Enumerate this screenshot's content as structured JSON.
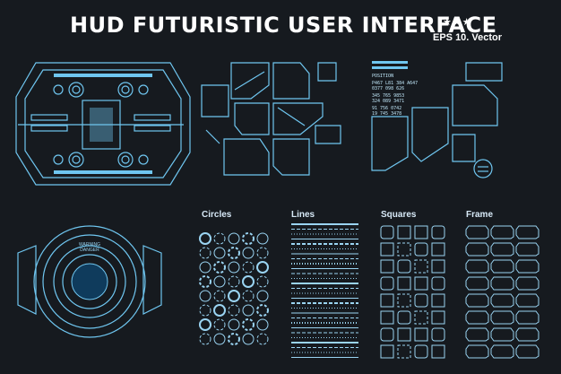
{
  "header": {
    "title": "HUD FUTURISTIC USER INTERFACE",
    "stars": "★★★",
    "subtitle": "EPS 10. Vector"
  },
  "sections": {
    "circles": "Circles",
    "lines": "Lines",
    "squares": "Squares",
    "frame": "Frame"
  },
  "hud_panel": {
    "position_label": "POSITION",
    "coords": [
      "P467 L81 384 A647",
      "0377 098 626",
      "345 765 9853",
      "324 089 3471",
      "91 756 0742",
      "19 745 3478"
    ],
    "warning": "WARNING",
    "danger": "DANGER"
  },
  "colors": {
    "background": "#161a1f",
    "hud": "#6fc6f0",
    "text": "#ffffff"
  }
}
